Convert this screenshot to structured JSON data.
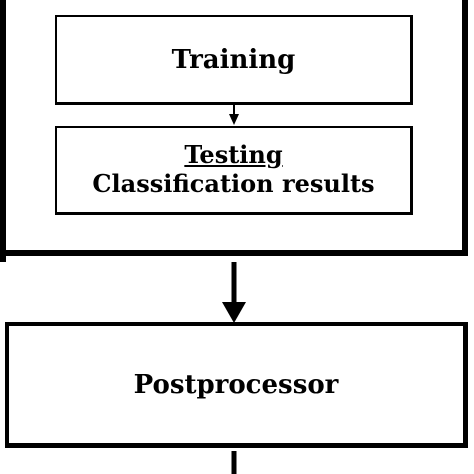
{
  "diagram": {
    "nodes": {
      "training": {
        "label": "Training"
      },
      "testing": {
        "title": "Testing",
        "subtitle": "Classification results"
      },
      "postprocessor": {
        "label": "Postprocessor"
      }
    },
    "edges": [
      {
        "from": "training",
        "to": "testing"
      },
      {
        "from": "outer-group",
        "to": "postprocessor"
      },
      {
        "from": "postprocessor",
        "to": "next"
      }
    ],
    "colors": {
      "line": "#000000",
      "background": "#ffffff"
    }
  }
}
